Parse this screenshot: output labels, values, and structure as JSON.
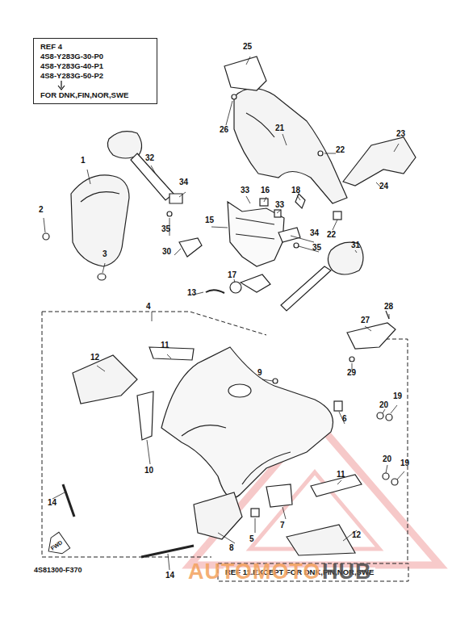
{
  "diagram": {
    "nodes": [
      {
        "text": [
          "REF 4",
          "4S8-Y283G-30-P0",
          "4S8-Y283G-40-P1",
          "4S8-Y283G-50-P2",
          "FOR DNK,FIN,NOR,SWE"
        ]
      }
    ],
    "labels": [
      "1",
      "2",
      "3",
      "4",
      "5",
      "6",
      "7",
      "8",
      "9",
      "10",
      "11",
      "11",
      "12",
      "12",
      "13",
      "14",
      "14",
      "15",
      "16",
      "17",
      "18",
      "19",
      "19",
      "20",
      "20",
      "21",
      "22",
      "22",
      "23",
      "24",
      "25",
      "26",
      "27",
      "28",
      "29",
      "30",
      "31",
      "32",
      "33",
      "33",
      "34",
      "34",
      "35",
      "35",
      "4S81300-F370",
      "FWD",
      "REF 11.EXCEPT FOR DNK,FIN,NOR,SWE",
      "AUTOMOTO",
      "HUB"
    ]
  }
}
